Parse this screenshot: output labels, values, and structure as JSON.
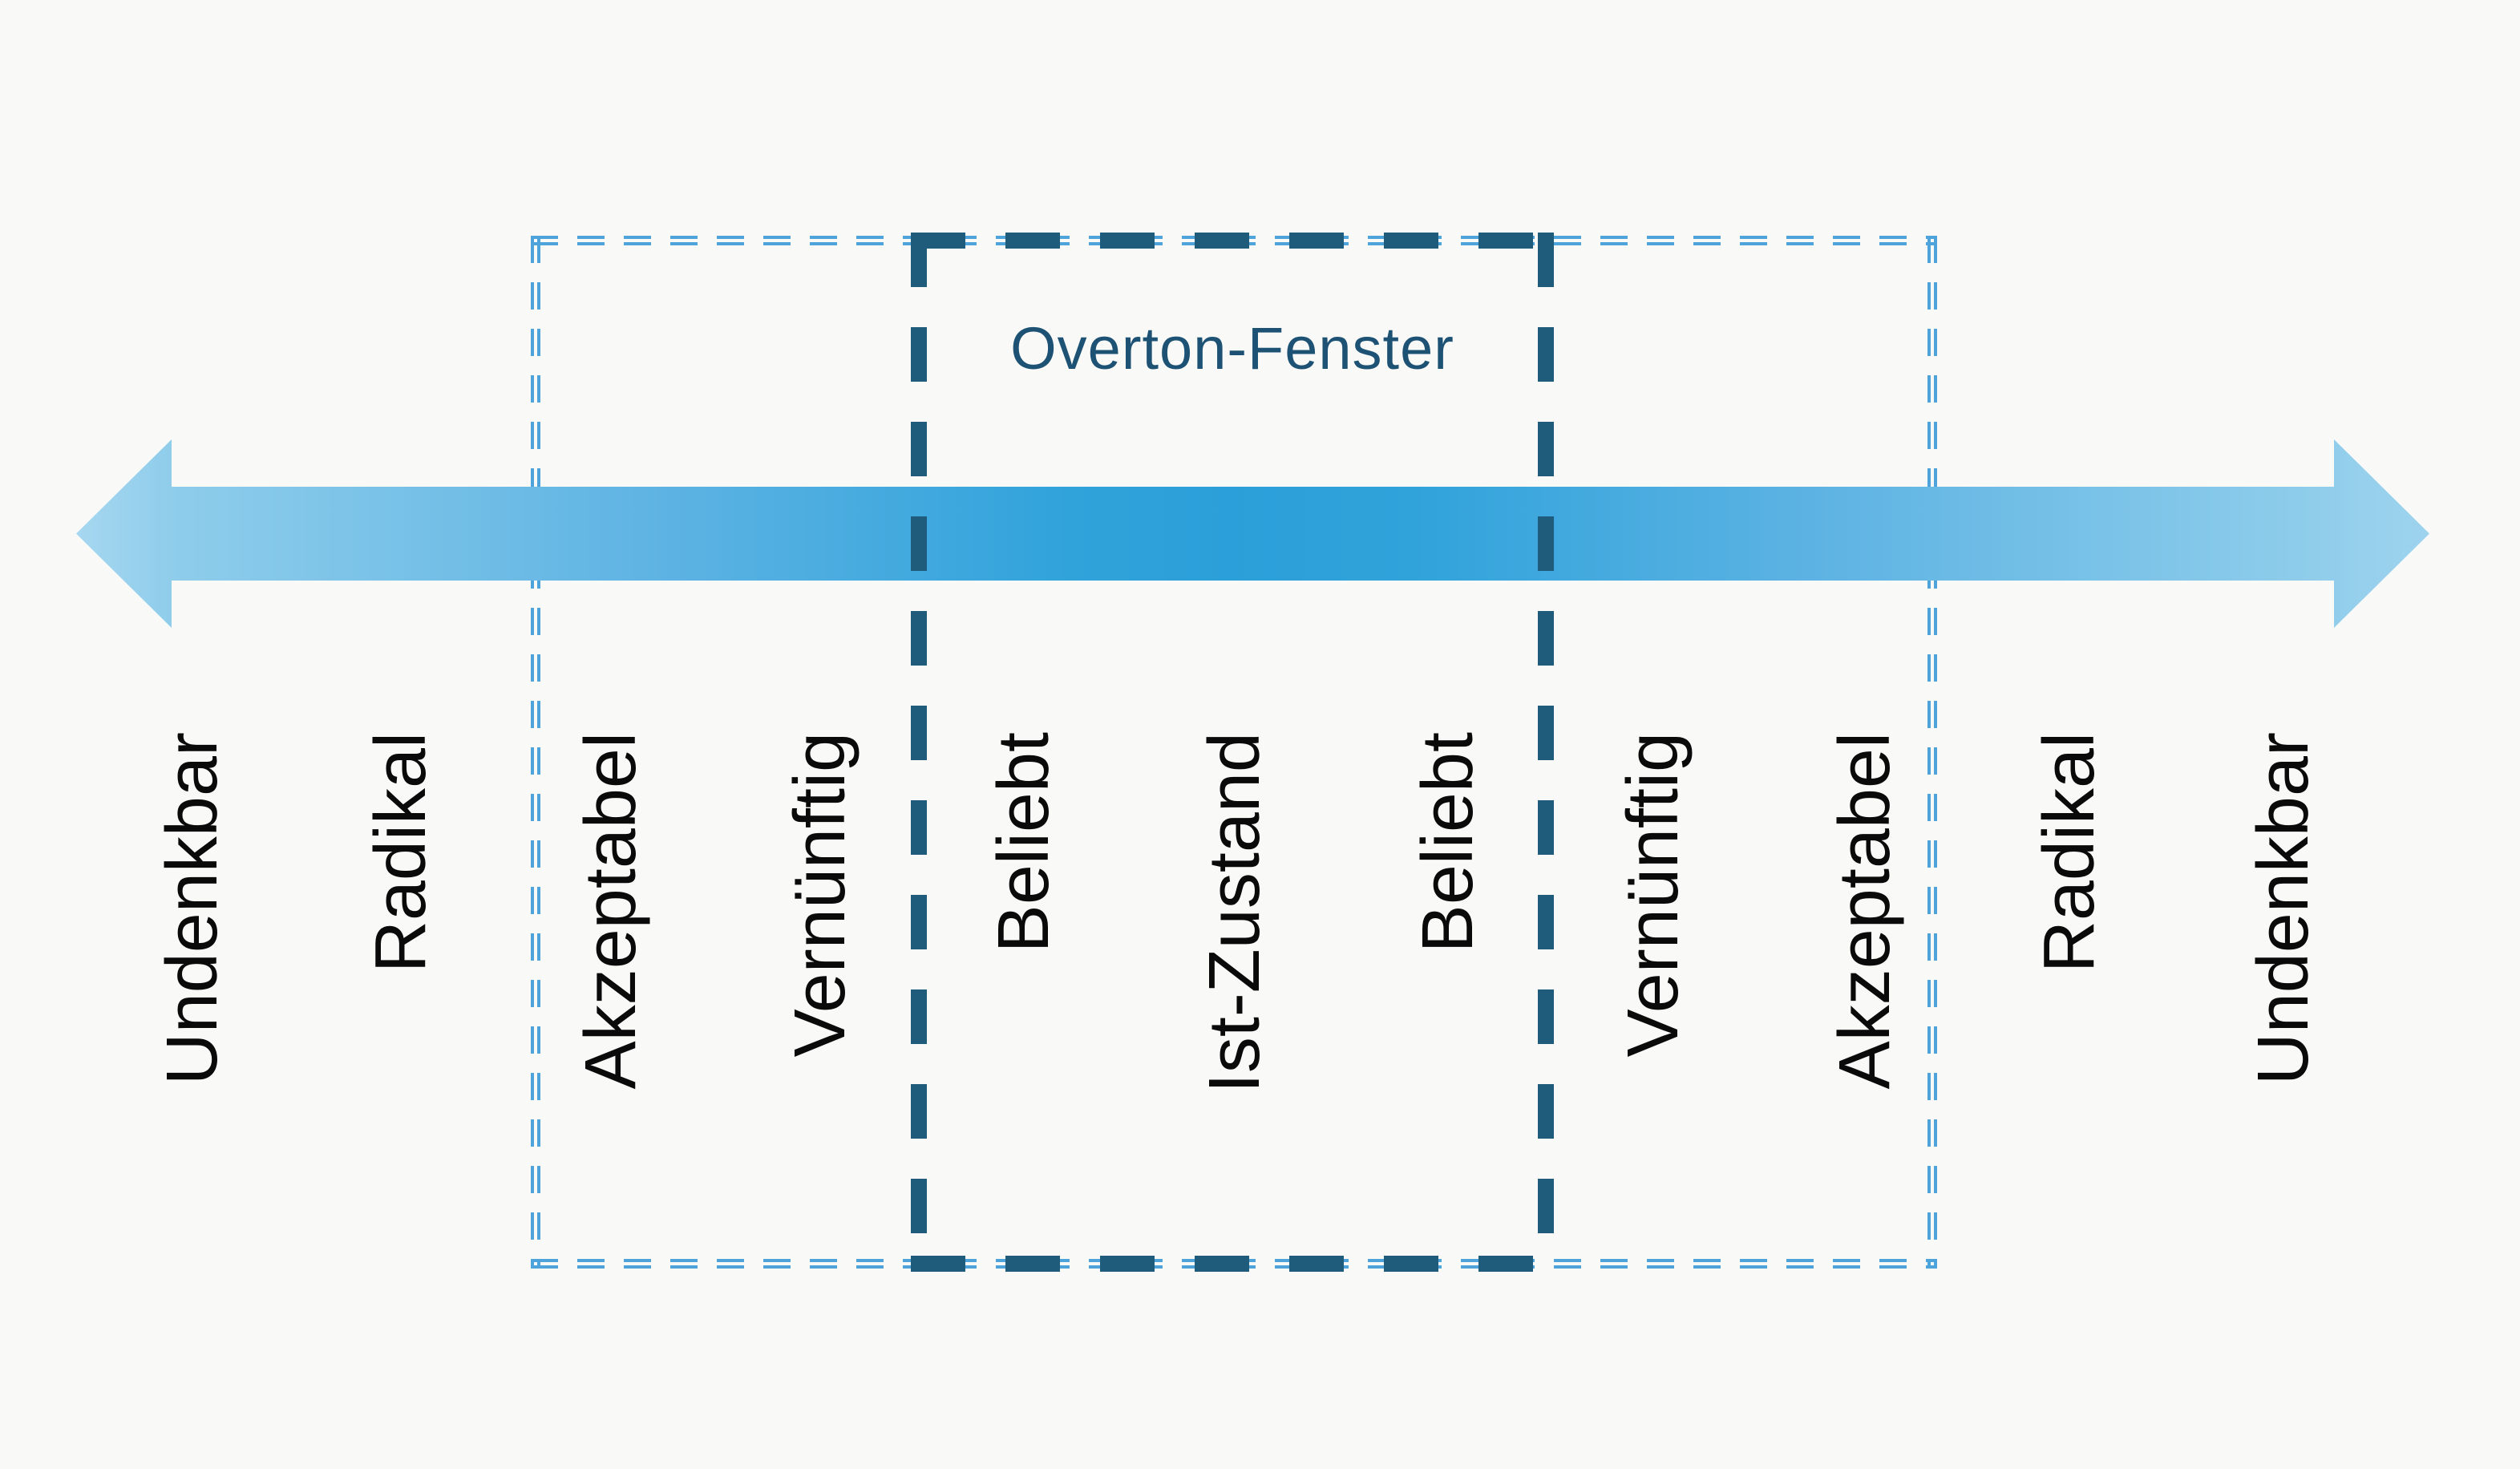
{
  "diagram": {
    "title": "Overton-Fenster",
    "axis_labels": [
      "Undenkbar",
      "Radikal",
      "Akzeptabel",
      "Vernünftig",
      "Beliebt",
      "Ist-Zustand",
      "Beliebt",
      "Vernünftig",
      "Akzeptabel",
      "Radikal",
      "Undenkbar"
    ]
  },
  "colors": {
    "background": "#f9faf8",
    "label-text": "#0a0a0a",
    "title-text": "#1d5274",
    "dark-dash": "#1f5b7b",
    "light-dash": "#4fa3db",
    "arrow-center": "#2b9fd9",
    "arrow-edge": "#a7d7f0"
  }
}
